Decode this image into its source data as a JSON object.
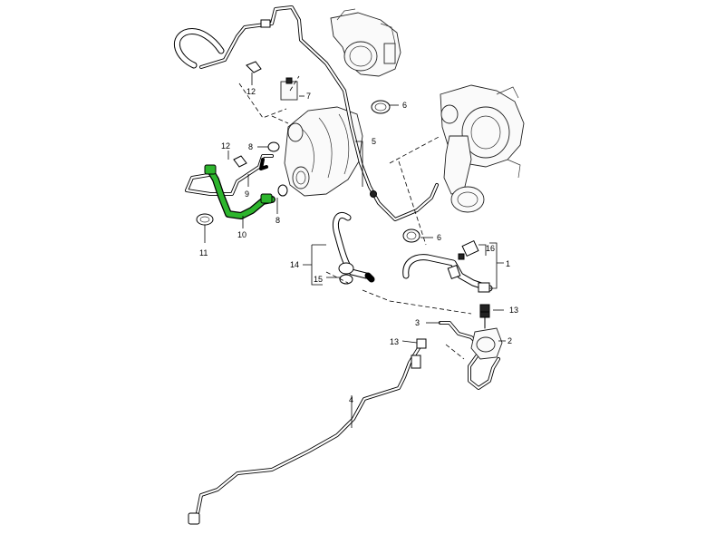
{
  "colors": {
    "highlight": "#2db52d",
    "line": "#000000",
    "background": "#ffffff"
  },
  "callouts": {
    "c1": "1",
    "c2": "2",
    "c3": "3",
    "c4": "4",
    "c5": "5",
    "c6a": "6",
    "c6b": "6",
    "c7": "7",
    "c8a": "8",
    "c8b": "8",
    "c9": "9",
    "c10": "10",
    "c11": "11",
    "c12a": "12",
    "c12b": "12",
    "c13a": "13",
    "c13b": "13",
    "c14": "14",
    "c15": "15",
    "c16": "16"
  }
}
